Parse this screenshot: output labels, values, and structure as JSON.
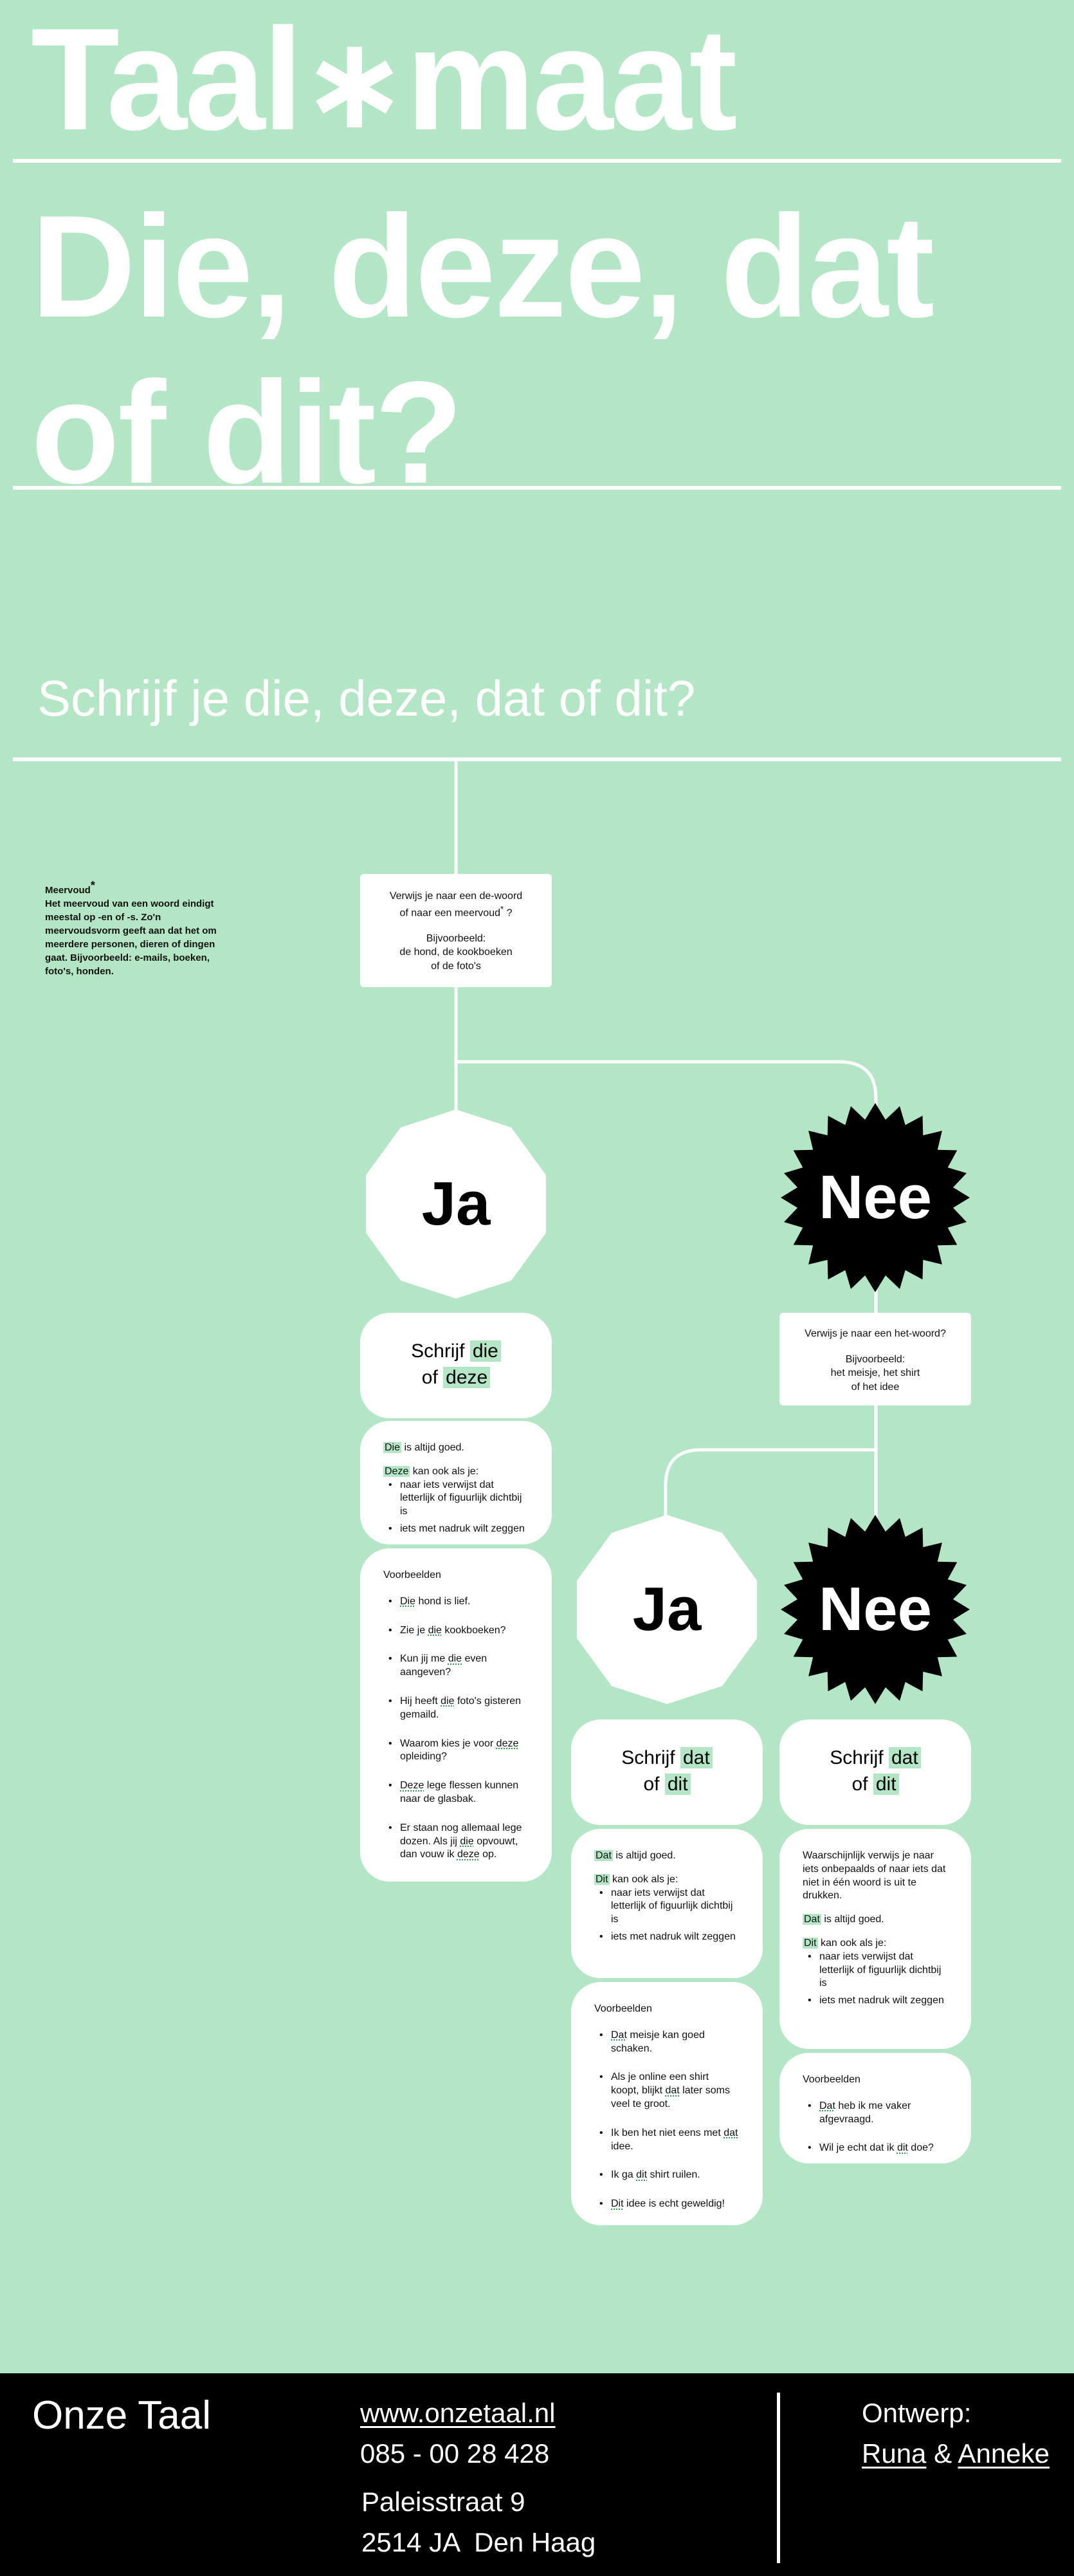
{
  "header": {
    "logo_left": "Taal",
    "logo_star": "∗",
    "logo_right": "maat",
    "headline_line1": "Die, deze, dat",
    "headline_line2": "of dit?",
    "subhead": "Schrijf je die, deze, dat of dit?"
  },
  "note": {
    "title": "Meervoud",
    "star": "*",
    "body": "Het meervoud van een woord eindigt meestal op -en of -s. Zo'n meervoudsvorm geeft aan dat het om meerdere personen, dieren of dingen gaat. Bijvoorbeeld: e-mails, boeken, foto's, honden."
  },
  "question1": {
    "line1": "Verwijs je naar een de-woord",
    "line2": "of naar een meervoud",
    "star": "*",
    "qmark": " ?",
    "ex_label": "Bijvoorbeeld:",
    "ex_line1": "de hond, de kookboeken",
    "ex_line2": "of de foto's"
  },
  "question2": {
    "line1": "Verwijs je naar een het-woord?",
    "ex_label": "Bijvoorbeeld:",
    "ex_line1": "het meisje, het shirt",
    "ex_line2": "of het idee"
  },
  "answers": {
    "yes": "Ja",
    "no": "Nee"
  },
  "result_die": {
    "prefix": "Schrijf",
    "w1": "die",
    "mid": "of",
    "w2": "deze"
  },
  "result_dat1": {
    "prefix": "Schrijf",
    "w1": "dat",
    "mid": "of",
    "w2": "dit"
  },
  "result_dat2": {
    "prefix": "Schrijf",
    "w1": "dat",
    "mid": "of",
    "w2": "dit"
  },
  "rules_die": {
    "p1_word": "Die",
    "p1_rest": " is altijd goed.",
    "p2_word": "Deze",
    "p2_rest": " kan ook als je:",
    "items": [
      "naar iets verwijst dat letterlijk of figuurlijk dichtbij is",
      "iets met nadruk wilt zeggen"
    ]
  },
  "examples_die": {
    "title": "Voorbeelden",
    "items": [
      {
        "a": "",
        "k": "Die",
        "b": " hond is lief."
      },
      {
        "a": "Zie je ",
        "k": "die",
        "b": " kookboeken?"
      },
      {
        "a": "Kun jij me ",
        "k": "die",
        "b": " even aangeven?"
      },
      {
        "a": "Hij heeft ",
        "k": "die",
        "b": " foto's gisteren gemaild."
      },
      {
        "a": "Waarom kies je voor ",
        "k": "deze",
        "b": " opleiding?"
      },
      {
        "a": "",
        "k": "Deze",
        "b": " lege flessen kunnen naar de glasbak."
      },
      {
        "a": "Er staan nog allemaal lege dozen. Als jij ",
        "k": "die",
        "b": " opvouwt, dan vouw ik "
      },
      {
        "a": "",
        "k": "deze",
        "b": " op."
      }
    ]
  },
  "rules_dat1": {
    "p1_word": "Dat",
    "p1_rest": " is altijd goed.",
    "p2_word": "Dit",
    "p2_rest": " kan ook als je:",
    "items": [
      "naar iets verwijst dat letterlijk of figuurlijk dichtbij is",
      "iets met nadruk wilt zeggen"
    ]
  },
  "examples_dat1": {
    "title": "Voorbeelden",
    "items": [
      {
        "a": "",
        "k": "Dat",
        "b": " meisje kan goed schaken."
      },
      {
        "a": "Als je online een shirt koopt, blijkt ",
        "k": "dat",
        "b": " later soms veel te groot."
      },
      {
        "a": "Ik ben het niet eens met ",
        "k": "dat",
        "b": " idee."
      },
      {
        "a": "Ik ga ",
        "k": "dit",
        "b": " shirt ruilen."
      },
      {
        "a": "",
        "k": "Dit",
        "b": " idee is echt geweldig!"
      }
    ]
  },
  "rules_dat2": {
    "intro": "Waarschijnlijk verwijs je naar iets onbepaalds of naar iets dat niet in één woord is uit te drukken.",
    "p1_word": "Dat",
    "p1_rest": " is altijd goed.",
    "p2_word": "Dit",
    "p2_rest": " kan ook als je:",
    "items": [
      "naar iets verwijst dat letterlijk of figuurlijk dichtbij is",
      "iets met nadruk wilt zeggen"
    ]
  },
  "examples_dat2": {
    "title": "Voorbeelden",
    "items": [
      {
        "a": "",
        "k": "Dat",
        "b": " heb ik me vaker afgevraagd."
      },
      {
        "a": "Wil je echt dat ik ",
        "k": "dit",
        "b": " doe?"
      }
    ]
  },
  "footer": {
    "brand": "Onze Taal",
    "website": "www.onzetaal.nl",
    "phone": "085 - 00 28 428",
    "street": "Paleisstraat 9",
    "city": "2514 JA  Den Haag",
    "credit_label": "Ontwerp:",
    "designer1": "Runa",
    "amp": " & ",
    "designer2": "Anneke"
  },
  "colors": {
    "background": "#b3e6c4",
    "white": "#ffffff",
    "black": "#000000"
  }
}
